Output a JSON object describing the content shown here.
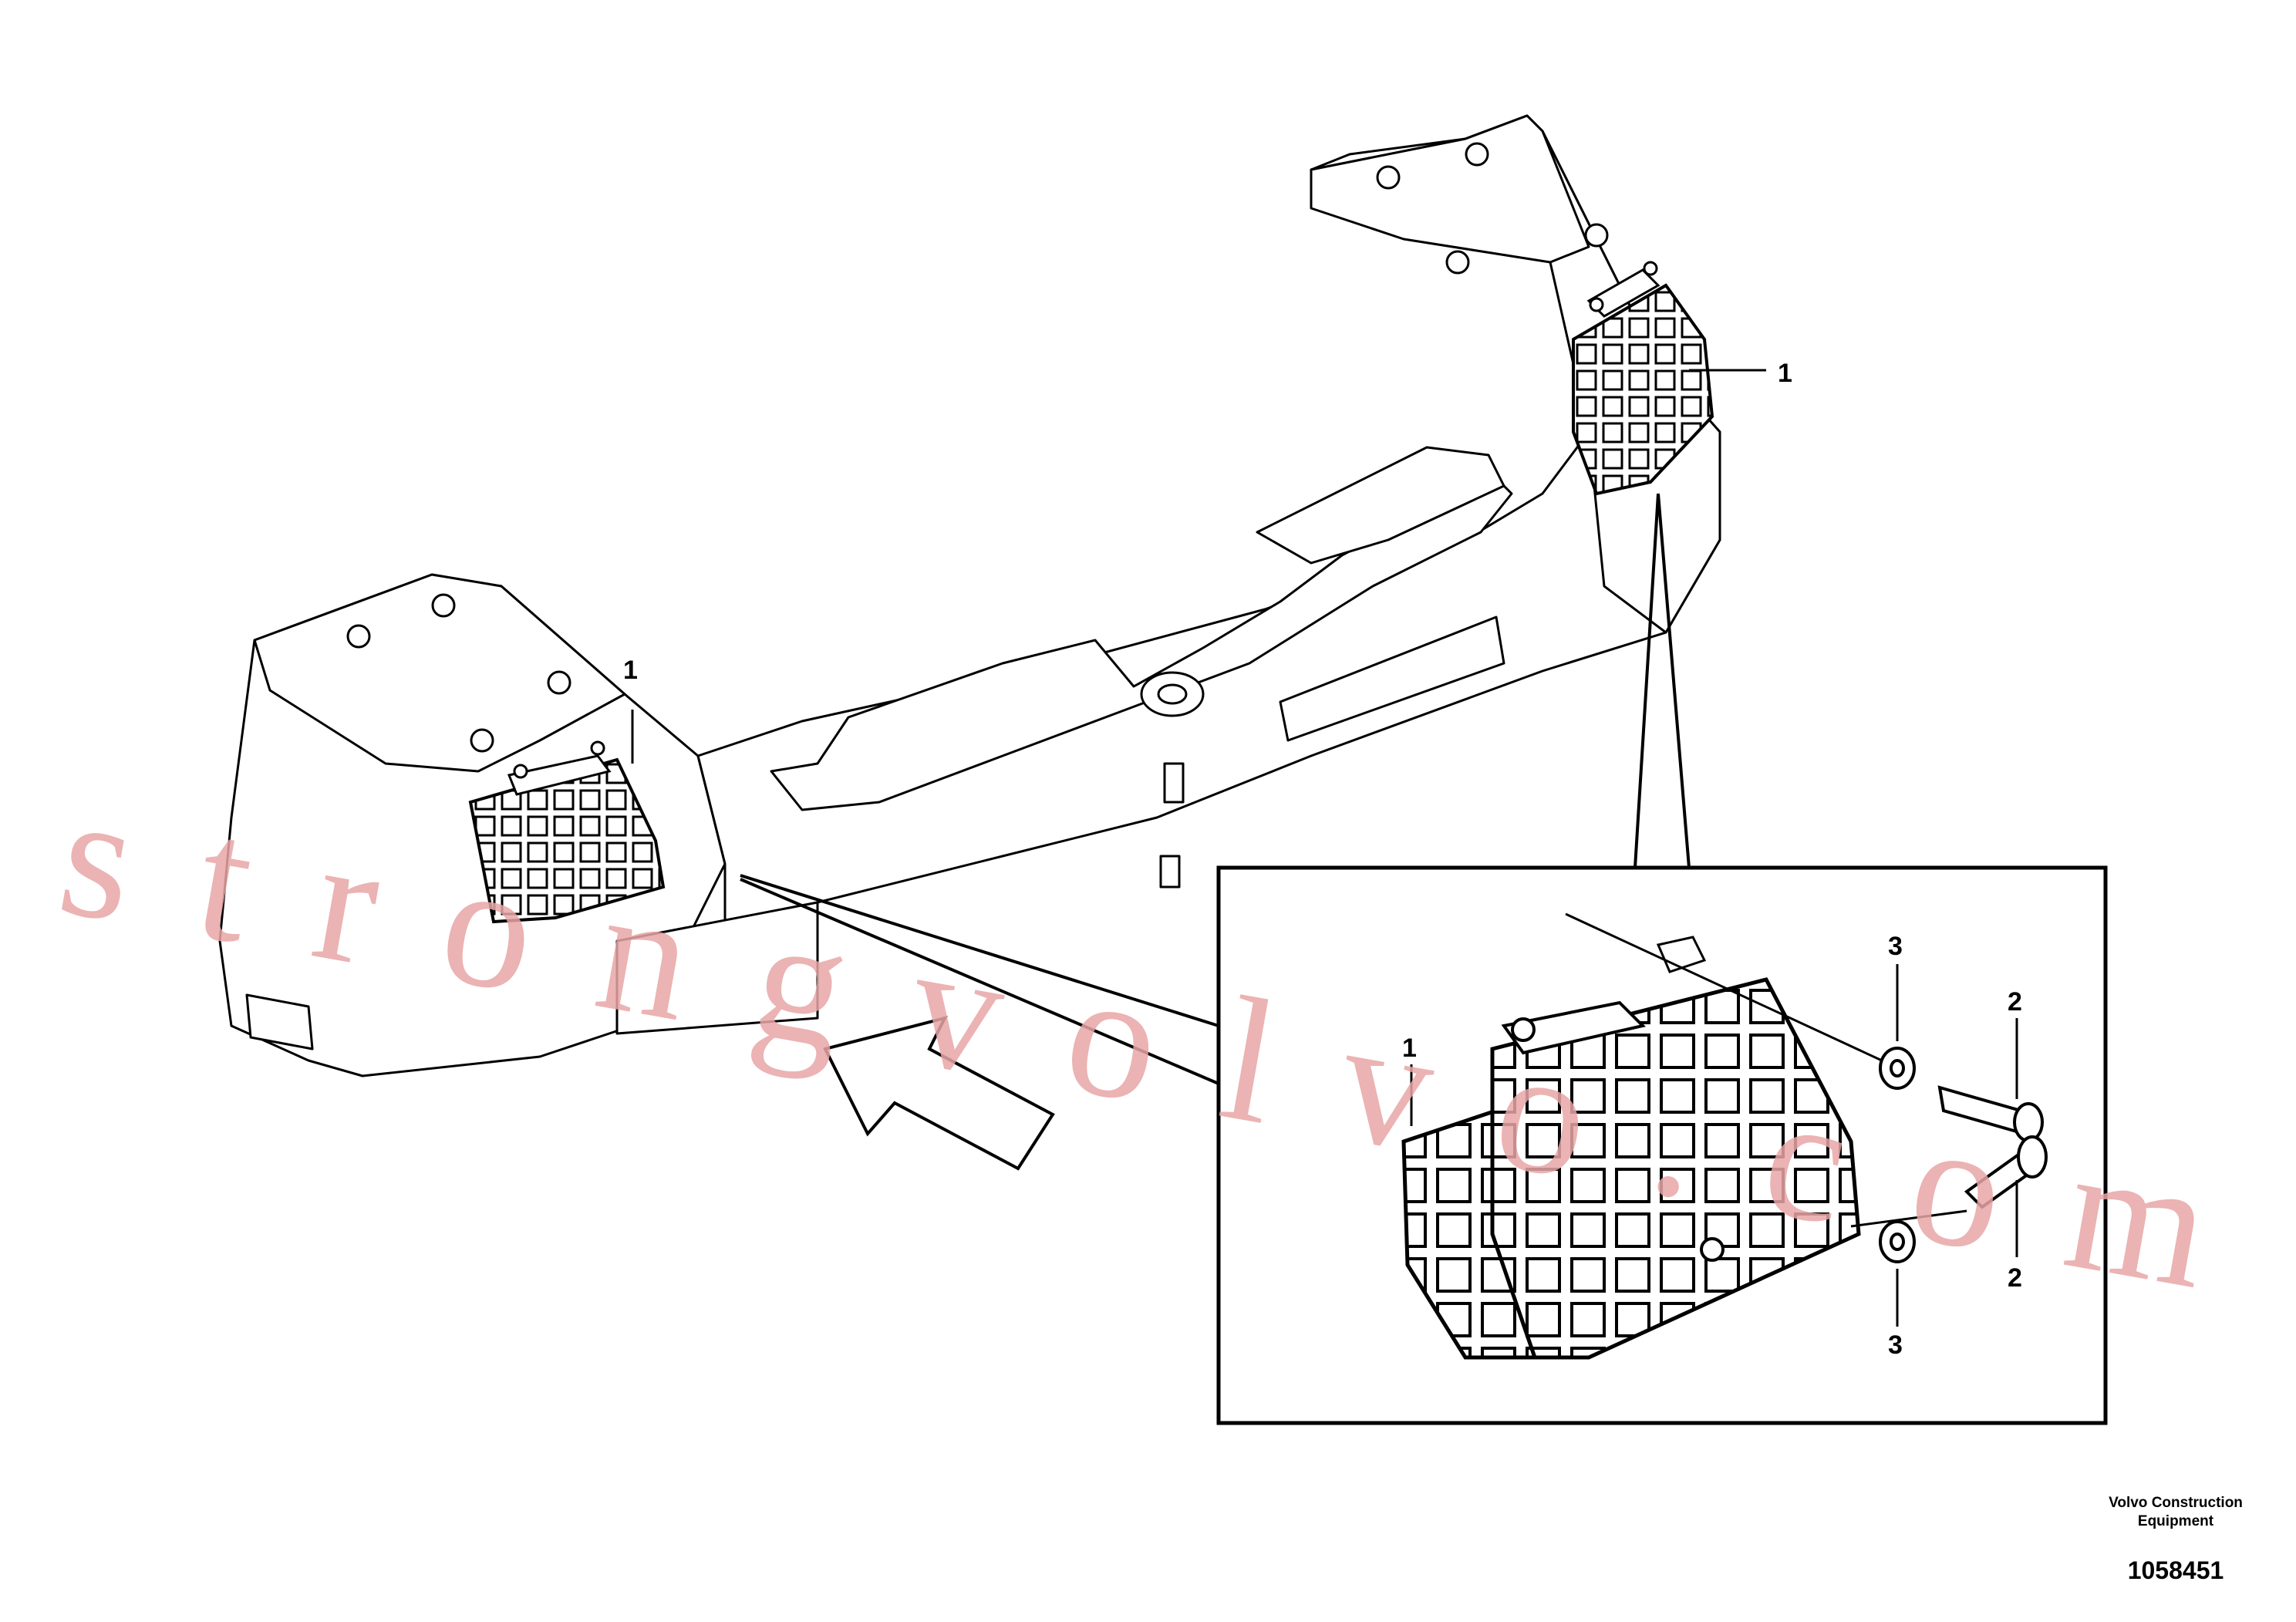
{
  "diagram": {
    "callouts": {
      "main_grille_left": "1",
      "main_grille_right": "1",
      "detail_grille": "1",
      "detail_washer_top": "3",
      "detail_screw_top": "2",
      "detail_screw_bottom": "2",
      "detail_washer_bottom": "3"
    },
    "watermark": "strongvolvo.com",
    "footer": {
      "company_line1": "Volvo Construction",
      "company_line2": "Equipment",
      "document_number": "1058451"
    }
  }
}
